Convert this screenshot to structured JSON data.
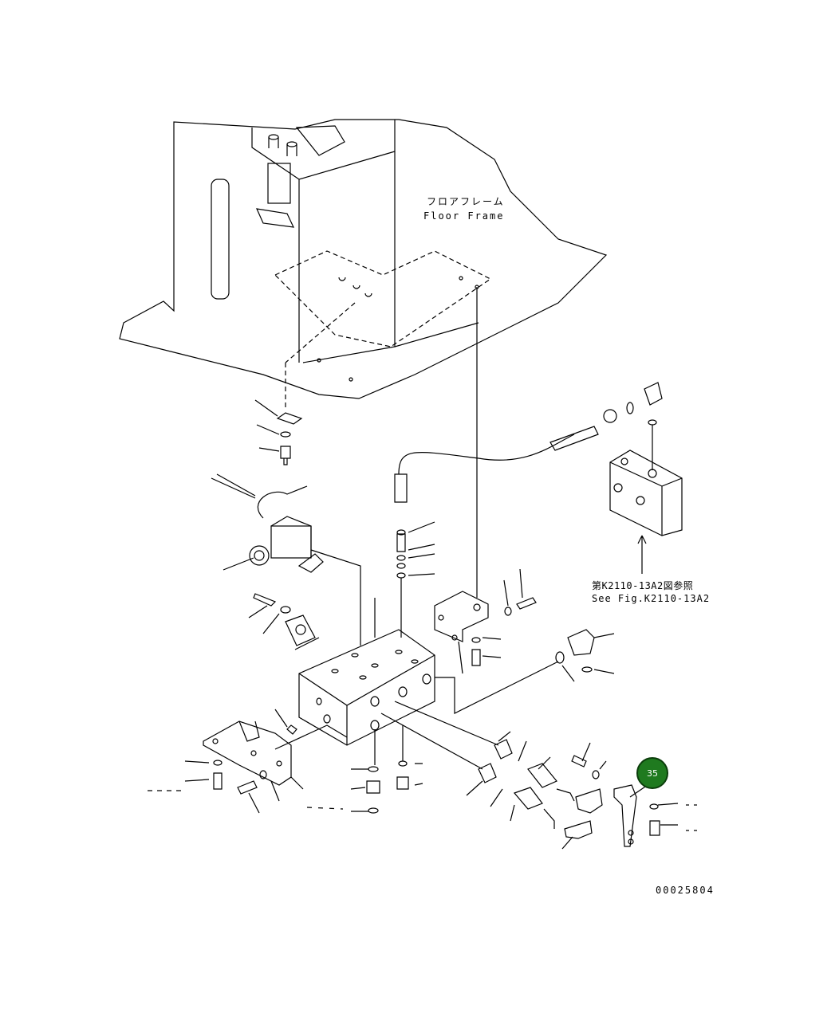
{
  "labels": {
    "floor_frame_jp": "フロアフレーム",
    "floor_frame_en": "Floor Frame",
    "see_fig_jp": "第K2110-13A2図参照",
    "see_fig_en": "See Fig.K2110-13A2",
    "drawing_number": "00025804"
  },
  "callouts": [
    {
      "number": "35",
      "color": "#1f7a1f"
    }
  ]
}
